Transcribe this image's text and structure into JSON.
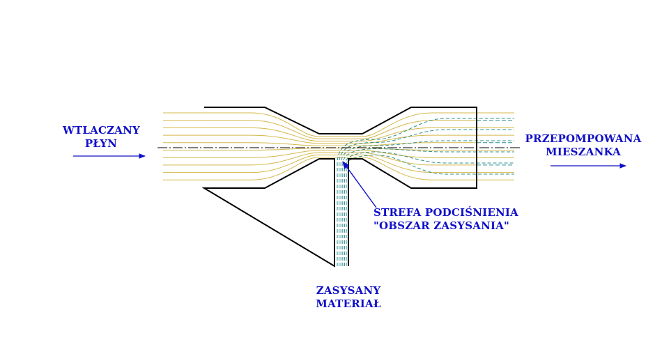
{
  "labels": {
    "inlet": {
      "line1": "WTLACZANY",
      "line2": "PŁYN"
    },
    "outlet": {
      "line1": "PRZEPOMPOWANA",
      "line2": "MIESZANKA"
    },
    "zone": {
      "line1": "STREFA PODCIŚNIENIA",
      "line2": "\"OBSZAR ZASYSANIA\""
    },
    "suction": {
      "line1": "ZASYSANY",
      "line2": "MATERIAŁ"
    }
  },
  "colors": {
    "label": "#1010c8",
    "outline": "#000000",
    "streamline_fluid": "#d4b84a",
    "streamline_suction": "#2f8f8f",
    "centerline": "#000000",
    "arrow": "#1010c8"
  }
}
